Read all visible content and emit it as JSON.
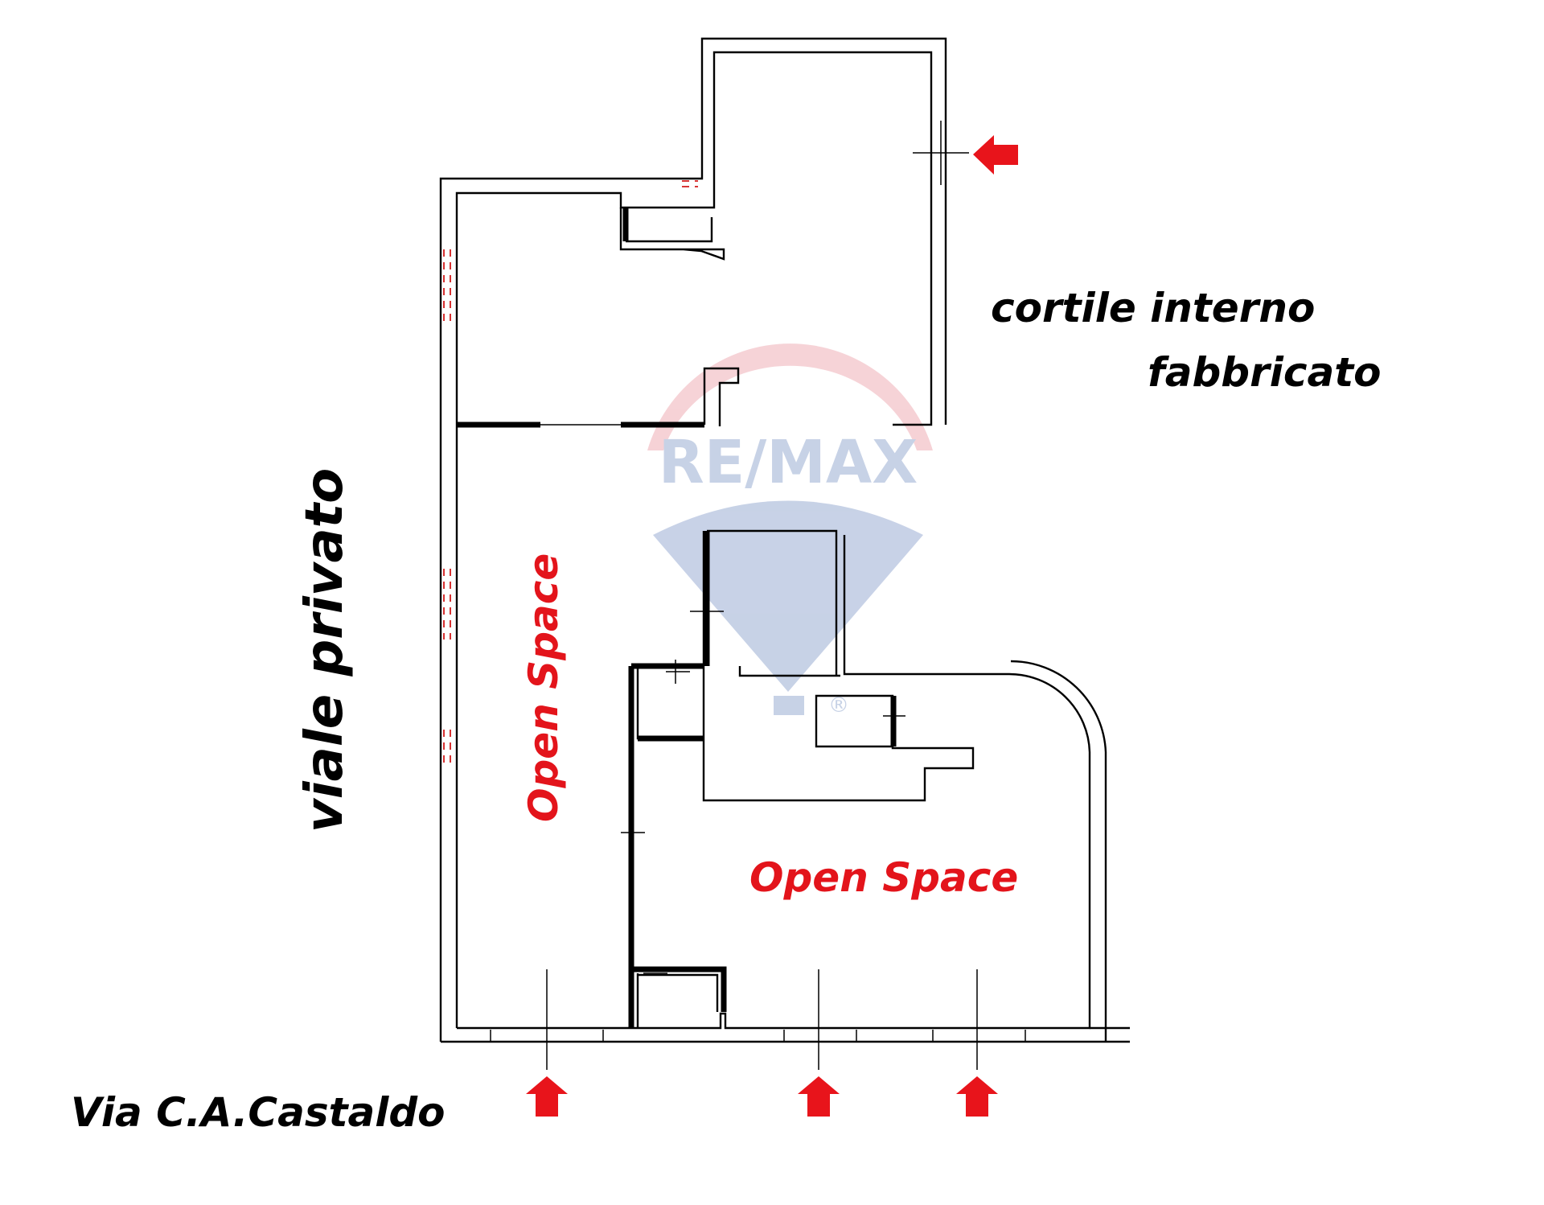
{
  "labels": {
    "courtyard_line1": "cortile interno",
    "courtyard_line2": "fabbricato",
    "side_road": "viale privato",
    "street": "Via C.A.Castaldo",
    "room_left": "Open Space",
    "room_right": "Open Space"
  },
  "watermark": {
    "text": "RE/MAX",
    "registered_mark": "®"
  },
  "colors": {
    "walls": "#000000",
    "labels_red": "#e3141b",
    "arrows_red": "#e8141b",
    "window_dashes": "#d21a1a",
    "watermark_red": "#e06070",
    "watermark_blue": "#3a5fa8"
  },
  "icons": [
    "entrance-arrow-up",
    "entrance-arrow-left",
    "balloon-logo"
  ]
}
